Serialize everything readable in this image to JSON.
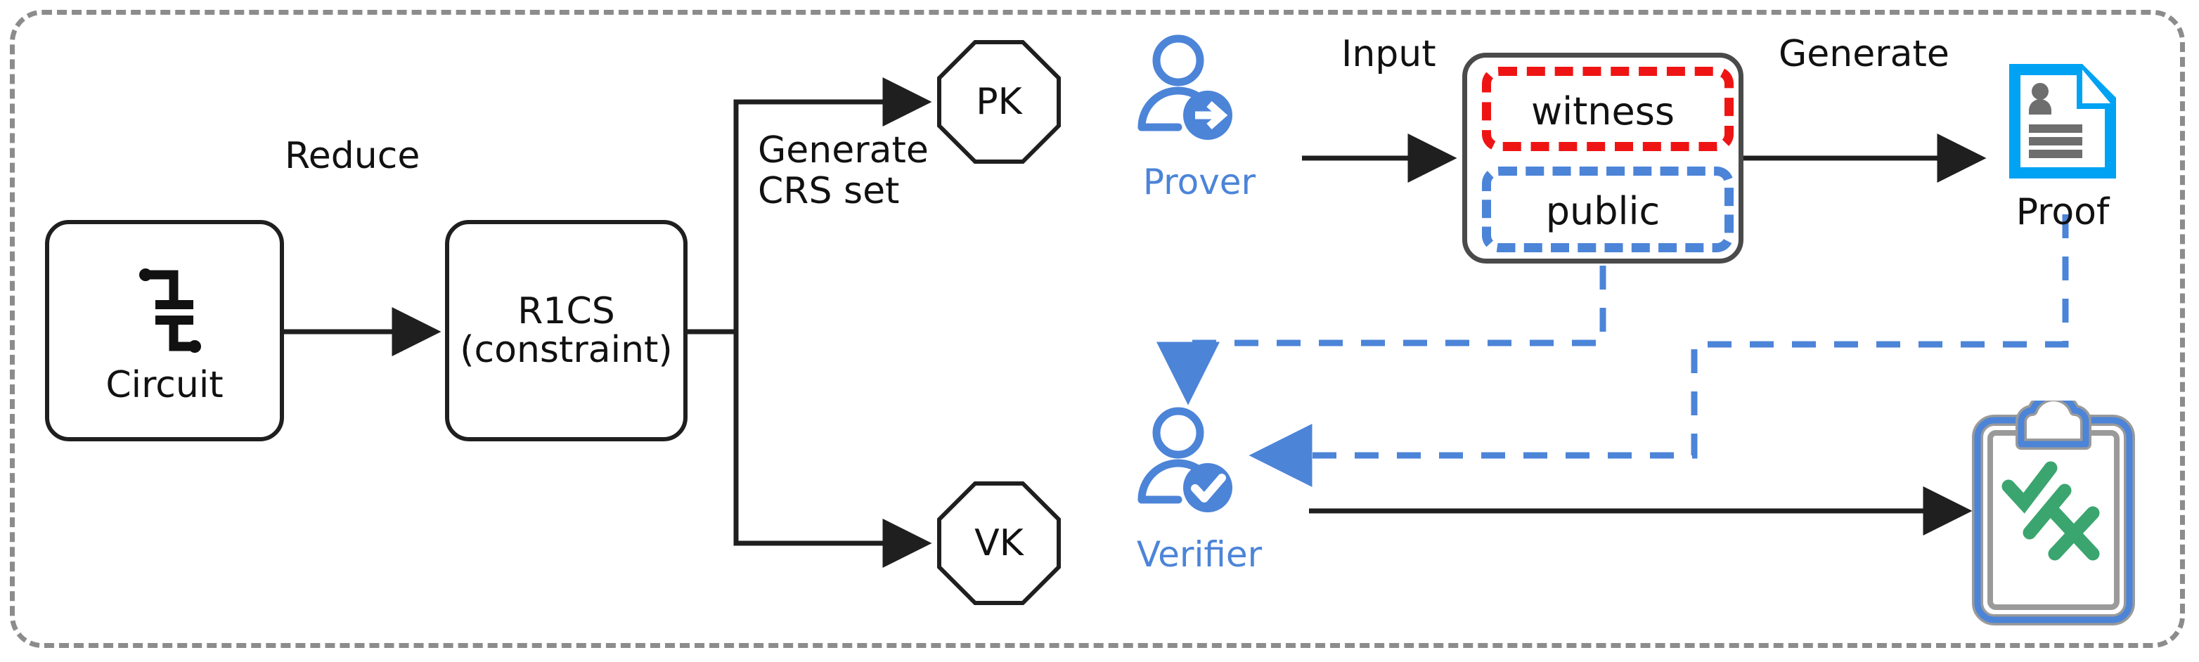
{
  "diagram": {
    "title_present": false,
    "frame": {
      "name": "outer-dashed-frame",
      "style": "dashed",
      "color": "#8c8c8c"
    },
    "colors": {
      "black": "#1f1f1f",
      "blue_accent": "#4C84D8",
      "cyan_doc": "#00A2F3",
      "red_dash": "#EF1414",
      "green_mark": "#3BA56F",
      "gray_dash": "#8C8C8C",
      "gray_icon": "#6E6E6E"
    },
    "nodes": {
      "circuit": {
        "label": "Circuit",
        "icon": "capacitor-circuit-icon"
      },
      "r1cs": {
        "line1": "R1CS",
        "line2": "(constraint)"
      },
      "pk": {
        "label": "PK",
        "shape": "octagon"
      },
      "vk": {
        "label": "VK",
        "shape": "octagon"
      },
      "prover": {
        "label": "Prover",
        "icon": "person-arrow-icon"
      },
      "verifier": {
        "label": "Verifier",
        "icon": "person-check-icon"
      },
      "witness_public": {
        "witness": "witness",
        "public": "public"
      },
      "proof": {
        "label": "Proof",
        "icon": "document-person-icon"
      },
      "result": {
        "label": "",
        "icon": "clipboard-check-cross-icon"
      }
    },
    "edges": {
      "reduce": "Reduce",
      "crs_line1": "Generate",
      "crs_line2": "CRS set",
      "input": "Input",
      "generate": "Generate"
    }
  }
}
